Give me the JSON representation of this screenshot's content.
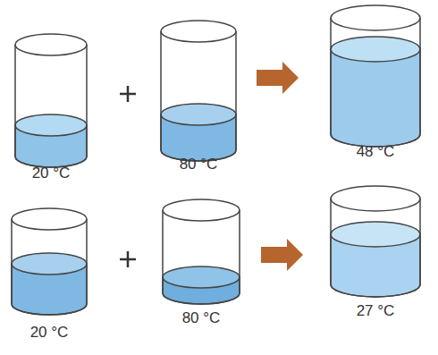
{
  "diagram": {
    "labels": [
      "20 °C",
      "80 °C",
      "48 °C",
      "20 °C",
      "80 °C",
      "27 °C"
    ]
  }
}
